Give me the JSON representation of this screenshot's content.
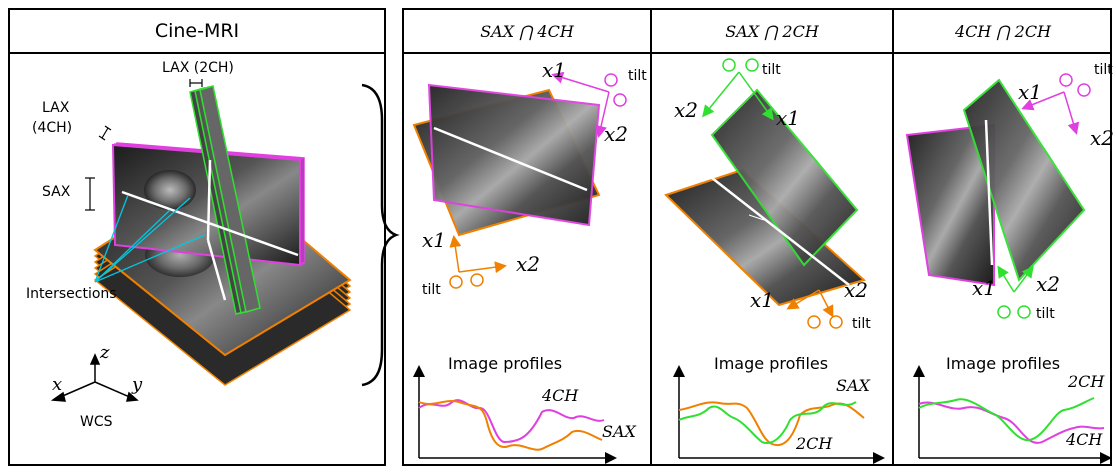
{
  "left_panel": {
    "title": "Cine-MRI",
    "labels": {
      "lax_2ch": "LAX (2CH)",
      "lax_4ch_line1": "LAX",
      "lax_4ch_line2": "(4CH)",
      "sax": "SAX",
      "intersections": "Intersections",
      "wcs": "WCS",
      "axis_x": "x",
      "axis_y": "y",
      "axis_z": "z"
    }
  },
  "right_panels": [
    {
      "title": "SAX ⋂ 4CH",
      "labels": {
        "x1_top": "x1",
        "x2_top": "x2",
        "tilt_top": "tilt",
        "x1_bottom": "x1",
        "x2_bottom": "x2",
        "tilt_bottom": "tilt"
      },
      "profiles_title": "Image profiles",
      "profile_labels": [
        "4CH",
        "SAX"
      ]
    },
    {
      "title": "SAX ⋂ 2CH",
      "labels": {
        "x1_top": "x1",
        "x2_top": "x2",
        "tilt_top": "tilt",
        "x1_bottom": "x1",
        "x2_bottom": "x2",
        "tilt_bottom": "tilt"
      },
      "profiles_title": "Image profiles",
      "profile_labels": [
        "SAX",
        "2CH"
      ]
    },
    {
      "title": "4CH ⋂ 2CH",
      "labels": {
        "x1_top": "x1",
        "x2_top": "x2",
        "tilt_top": "tilt",
        "x1_bottom": "x1",
        "x2_bottom": "x2",
        "tilt_bottom": "tilt"
      },
      "profiles_title": "Image profiles",
      "profile_labels": [
        "2CH",
        "4CH"
      ]
    }
  ],
  "colors": {
    "sax": "#f08000",
    "lax_4ch": "#e040e0",
    "lax_2ch": "#30e030",
    "intersection": "#ffffff",
    "pointer": "#00c8e0"
  }
}
